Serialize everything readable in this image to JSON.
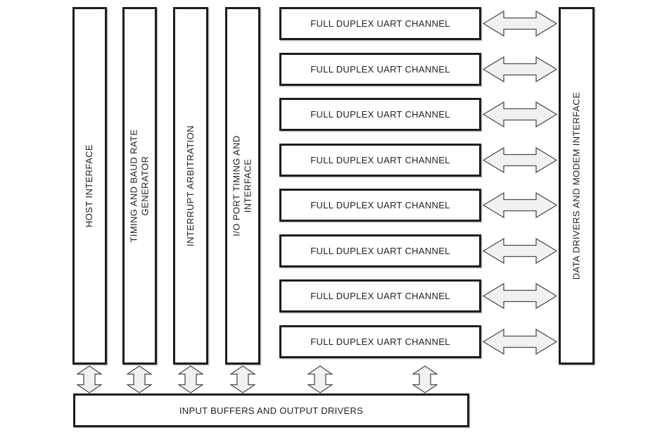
{
  "diagram": {
    "type": "functional-block-diagram",
    "left_blocks": [
      {
        "label": "HOST INTERFACE"
      },
      {
        "label": "TIMING AND BAUD RATE\nGENERATOR"
      },
      {
        "label": "INTERRUPT ARBITRATION"
      },
      {
        "label": "I/O PORT TIMING AND\nINTERFACE"
      }
    ],
    "uart_channels": [
      {
        "label": "FULL DUPLEX UART CHANNEL"
      },
      {
        "label": "FULL DUPLEX UART CHANNEL"
      },
      {
        "label": "FULL DUPLEX UART CHANNEL"
      },
      {
        "label": "FULL DUPLEX UART CHANNEL"
      },
      {
        "label": "FULL DUPLEX UART CHANNEL"
      },
      {
        "label": "FULL DUPLEX UART CHANNEL"
      },
      {
        "label": "FULL DUPLEX UART CHANNEL"
      },
      {
        "label": "FULL DUPLEX UART CHANNEL"
      }
    ],
    "right_block": {
      "label": "DATA DRIVERS AND MODEM INTERFACE"
    },
    "bottom_block": {
      "label": "INPUT BUFFERS AND OUTPUT DRIVERS"
    },
    "arrows": {
      "style": "bidirectional-block-arrow",
      "horizontal_count": 8,
      "vertical_count": 6
    },
    "colors": {
      "background": "#ffffff",
      "box_border": "#1d1d1b",
      "box_fill": "#ffffff",
      "text": "#231f20",
      "arrow_fill": "#f1f1f1",
      "arrow_stroke": "#4d4d4d"
    }
  }
}
